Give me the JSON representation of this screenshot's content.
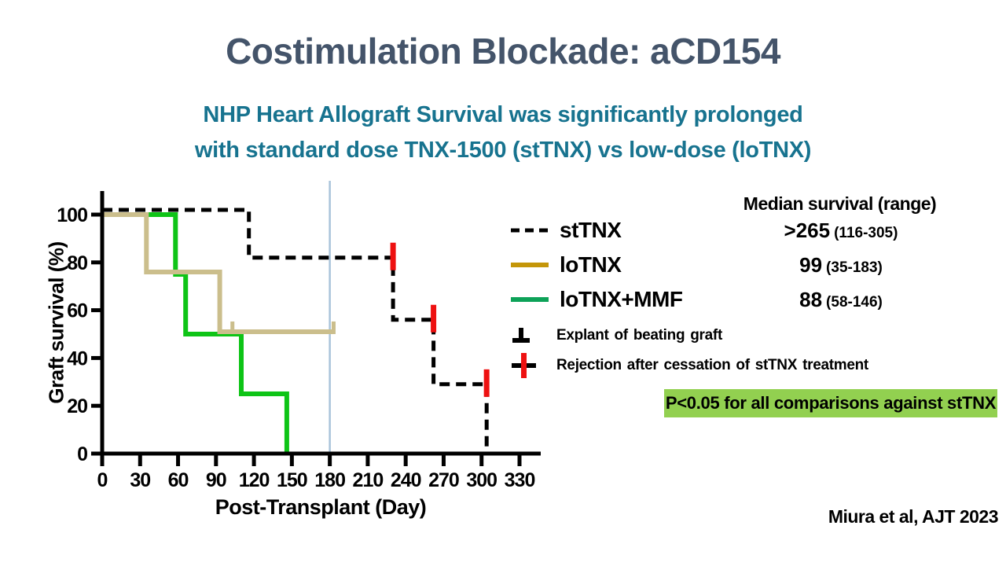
{
  "slide": {
    "title": "Costimulation Blockade: aCD154",
    "subtitle_line1": "NHP Heart Allograft Survival was significantly prolonged",
    "subtitle_line2": "with standard dose TNX-1500 (stTNX) vs low-dose (loTNX)",
    "citation": "Miura et al, AJT 2023",
    "colors": {
      "title": "#44546a",
      "subtitle": "#17738f",
      "pvalue_bg": "#92d050"
    },
    "pvalue_note": "P<0.05 for all comparisons against stTNX"
  },
  "chart_data": {
    "type": "line",
    "subtype": "kaplan-meier-step",
    "xlabel": "Post-Transplant (Day)",
    "ylabel": "Graft survival (%)",
    "xlim": [
      0,
      330
    ],
    "ylim": [
      0,
      100
    ],
    "x_ticks": [
      0,
      30,
      60,
      90,
      120,
      150,
      180,
      210,
      240,
      270,
      300,
      330
    ],
    "y_ticks": [
      0,
      20,
      40,
      60,
      80,
      100
    ],
    "grid": false,
    "reference_line": {
      "x": 180,
      "color": "#a9c3da"
    },
    "series": [
      {
        "name": "loTNX+MMF",
        "color": "#0ec416",
        "legend_color": "#0da258",
        "style": "solid",
        "points": [
          [
            0,
            100
          ],
          [
            58,
            100
          ],
          [
            58,
            75
          ],
          [
            66,
            75
          ],
          [
            66,
            50
          ],
          [
            110,
            50
          ],
          [
            110,
            25
          ],
          [
            146,
            25
          ],
          [
            146,
            0
          ]
        ]
      },
      {
        "name": "loTNX",
        "color": "#cbbe8c",
        "legend_color": "#c49609",
        "style": "solid",
        "points": [
          [
            0,
            100
          ],
          [
            35,
            100
          ],
          [
            35,
            76
          ],
          [
            93,
            76
          ],
          [
            93,
            51
          ],
          [
            183,
            51
          ]
        ],
        "censor_ticks": [
          [
            103,
            51
          ],
          [
            183,
            51
          ]
        ]
      },
      {
        "name": "stTNX",
        "color": "#000000",
        "legend_color": "#000000",
        "style": "dashed",
        "raise_at_start": true,
        "points": [
          [
            0,
            100
          ],
          [
            116,
            100
          ],
          [
            116,
            82
          ],
          [
            230,
            82
          ],
          [
            230,
            56
          ],
          [
            262,
            56
          ],
          [
            262,
            29
          ],
          [
            304,
            29
          ],
          [
            304,
            0
          ]
        ],
        "rejection_ticks": [
          [
            230,
            82
          ],
          [
            262,
            56
          ],
          [
            304,
            29
          ]
        ]
      }
    ],
    "rejection_color": "#ee1111",
    "legend_position": "right"
  },
  "legend": {
    "header": "Median survival (range)",
    "rows": [
      {
        "label": "stTNX",
        "median": ">265",
        "range": "(116-305)"
      },
      {
        "label": "loTNX",
        "median": "99",
        "range": "(35-183)"
      },
      {
        "label": "loTNX+MMF",
        "median": "88",
        "range": "(58-146)"
      }
    ],
    "markers": [
      {
        "label": "Explant of beating graft"
      },
      {
        "label": "Rejection after cessation of stTNX treatment"
      }
    ]
  }
}
